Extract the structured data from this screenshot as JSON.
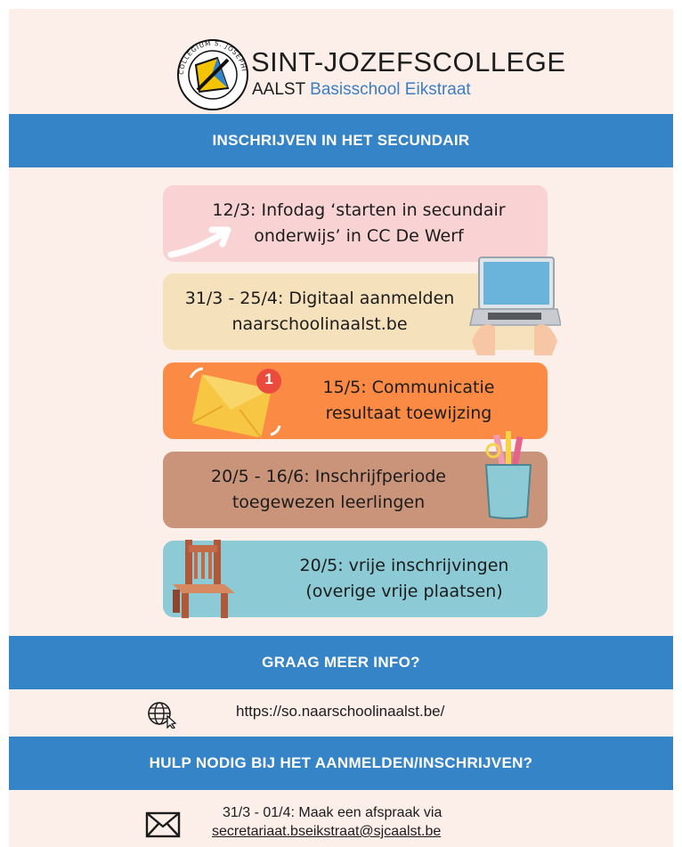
{
  "header": {
    "logo_text": "COLLEGIUM S. JOSEPHI",
    "title": "SINT-JOZEFSCOLLEGE",
    "subtitle_city": "AALST",
    "subtitle_school": "Basisschool Eikstraat"
  },
  "sections": {
    "enroll_title": "INSCHRIJVEN IN HET SECUNDAIR",
    "info_title": "GRAAG MEER INFO?",
    "help_title": "HULP NODIG BIJ HET AANMELDEN/INSCHRIJVEN?"
  },
  "timeline": [
    {
      "line1": "12/3: Infodag ‘starten in secundair",
      "line2": "onderwijs’ in CC De Werf",
      "icon": "arrow-icon"
    },
    {
      "line1": "31/3 - 25/4: Digitaal aanmelden",
      "line2": "naarschoolinaalst.be",
      "icon": "laptop-icon"
    },
    {
      "line1": "15/5: Communicatie",
      "line2": "resultaat toewijzing",
      "icon": "envelope-notification-icon",
      "badge": "1"
    },
    {
      "line1": "20/5 - 16/6:  Inschrijfperiode",
      "line2": "toegewezen leerlingen",
      "icon": "pencil-cup-icon"
    },
    {
      "line1": "20/5: vrije inschrijvingen",
      "line2": "(overige vrije plaatsen)",
      "icon": "chair-icon"
    }
  ],
  "contact": {
    "url": "https://so.naarschoolinaalst.be/",
    "mail_line1": "31/3 - 01/4: Maak een afspraak via",
    "mail_line2": "secretariaat.bseikstraat@sjcaalst.be"
  },
  "colors": {
    "background": "#fcefe9",
    "section_bar": "#3584c8",
    "card1": "#f9d3d3",
    "card2": "#f5e1bc",
    "card3": "#fb8a45",
    "card4": "#c99479",
    "card5": "#8ccbd6"
  }
}
